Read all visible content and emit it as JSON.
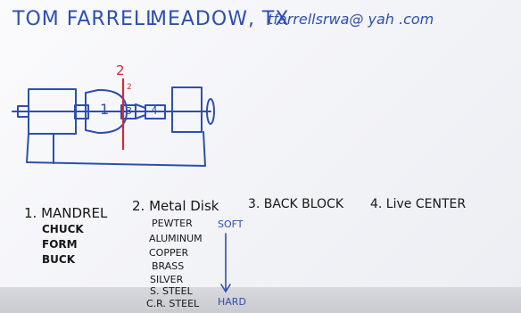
{
  "header": {
    "name": "TOM FARRELL",
    "location": "MEADOW, TX",
    "email": "tfarrellsrwa@ yah    .com"
  },
  "diagram": {
    "labels": {
      "top_marker": "2",
      "part_1": "1",
      "part_2_small": "2",
      "part_3": "3",
      "part_4": "4"
    }
  },
  "legend": {
    "mandrel": {
      "heading": "1. MANDREL",
      "items": [
        "CHUCK",
        "FORM",
        "BUCK"
      ]
    },
    "metal_disk": {
      "heading": "2. Metal Disk",
      "items": [
        "PEWTER",
        "ALUMINUM",
        "COPPER",
        "BRASS",
        "SILVER",
        "S. STEEL",
        "C.R. STEEL"
      ]
    },
    "back_block": {
      "heading": "3. BACK BLOCK"
    },
    "live_center": {
      "heading": "4. Live CENTER"
    },
    "scale": {
      "top": "SOFT",
      "bottom": "HARD"
    }
  },
  "colors": {
    "marker_blue": "#2c4fb0",
    "marker_black": "#161616",
    "marker_red": "#d02a3a",
    "board": "#f4f5f8"
  }
}
